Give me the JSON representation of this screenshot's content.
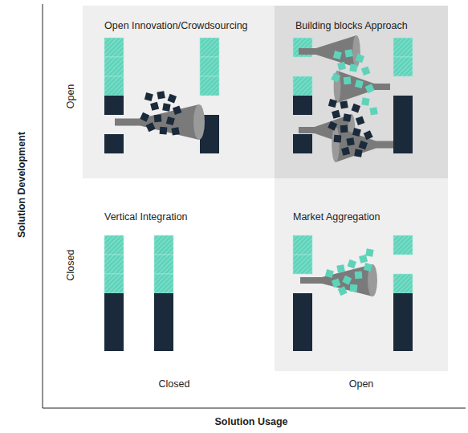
{
  "diagram": {
    "nodes": [
      {
        "text": [
          "Open Innovation/Crowdsourcing"
        ]
      },
      {
        "text": [
          "Building blocks Approach"
        ]
      },
      {
        "text": [
          "Vertical Integration"
        ]
      },
      {
        "text": [
          "Market Aggregation"
        ]
      }
    ],
    "labels": [
      "Solution Development",
      "Open",
      "Closed",
      "Closed",
      "Open",
      "Solution Usage"
    ]
  }
}
